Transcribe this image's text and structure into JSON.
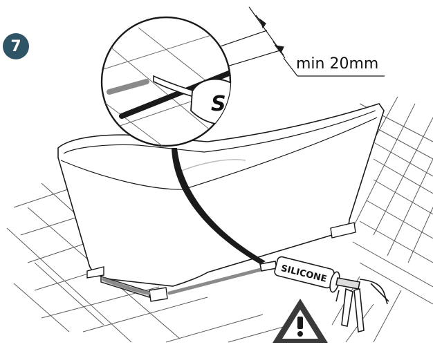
{
  "step": {
    "number": "7"
  },
  "dimension": {
    "label": "min 20mm"
  },
  "sealant_mark": {
    "letter": "S"
  },
  "cartridge": {
    "label": "SILICONE"
  },
  "colors": {
    "badge": "#2f5465",
    "line": "#1a1a1a",
    "grid": "#555555",
    "gray_bead": "#8a8a8a",
    "warning_fill": "#3a3a3a"
  },
  "icons": [
    "warning-icon",
    "caulk-gun-icon",
    "magnifier-callout"
  ]
}
